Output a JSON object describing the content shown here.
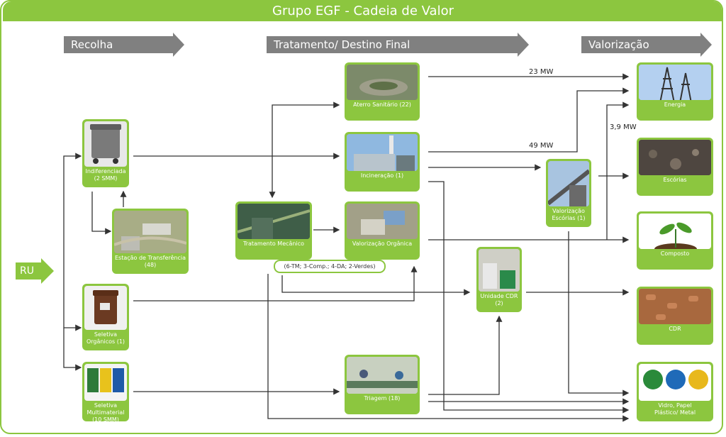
{
  "title": "Grupo EGF - Cadeia de Valor",
  "stages": {
    "recolha": "Recolha",
    "tratamento": "Tratamento/ Destino Final",
    "valorizacao": "Valorização"
  },
  "ru": "RU",
  "nodes": {
    "indiferenciada": "Indiferenciada\n(2 SMM)",
    "estacao": "Estação de Transferência\n(48)",
    "seletiva_organicos": "Seletiva\nOrgânicos (1)",
    "seletiva_multimaterial": "Seletiva\nMultimaterial\n(10 SMM)",
    "aterro": "Aterro Sanitário (22)",
    "incineracao": "Incineração (1)",
    "tratamento_mecanico": "Tratamento Mecânico",
    "valorizacao_organica": "Valorização Orgânica",
    "triagem": "Triagem (18)",
    "valorizacao_escorias": "Valorização\nEscórias (1)",
    "unidade_cdr": "Unidade CDR\n(2)",
    "energia": "Energia",
    "escorias": "Escórias",
    "composto": "Composto",
    "cdr": "CDR",
    "vidro": "Vidro, Papel\nPlástico/ Metal"
  },
  "pill": "(6-TM; 3-Comp.; 4-DA; 2-Verdes)",
  "flows": {
    "mw23": "23 MW",
    "mw49": "49 MW",
    "mw39": "3,9 MW"
  },
  "colors": {
    "green": "#8cc63f",
    "gray": "#808080"
  }
}
